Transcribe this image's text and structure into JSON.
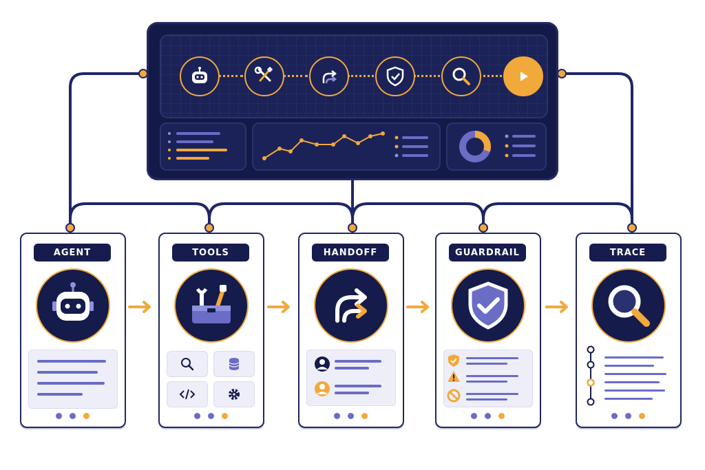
{
  "colors": {
    "navy": "#161c4d",
    "accent": "#f2a93b",
    "periwinkle": "#6a6cc6",
    "panel": "#1b2257"
  },
  "hub": {
    "steps": [
      {
        "icon": "robot-icon"
      },
      {
        "icon": "tools-icon"
      },
      {
        "icon": "handoff-arrows-icon"
      },
      {
        "icon": "shield-check-icon"
      },
      {
        "icon": "magnifier-icon"
      },
      {
        "icon": "play-icon"
      }
    ],
    "panels": [
      "list-panel",
      "line-chart-panel",
      "donut-chart-panel"
    ]
  },
  "cards": [
    {
      "title": "AGENT",
      "icon": "robot-icon"
    },
    {
      "title": "TOOLS",
      "icon": "toolbox-icon",
      "tiles": [
        "search-icon",
        "database-icon",
        "code-icon",
        "gear-icon"
      ]
    },
    {
      "title": "HANDOFF",
      "icon": "handoff-arrows-icon",
      "rows": [
        "user-avatar-icon",
        "user-avatar-icon"
      ]
    },
    {
      "title": "GUARDRAIL",
      "icon": "shield-check-icon",
      "rows": [
        "shield-check-icon",
        "warning-icon",
        "blocked-icon"
      ]
    },
    {
      "title": "TRACE",
      "icon": "magnifier-icon"
    }
  ]
}
